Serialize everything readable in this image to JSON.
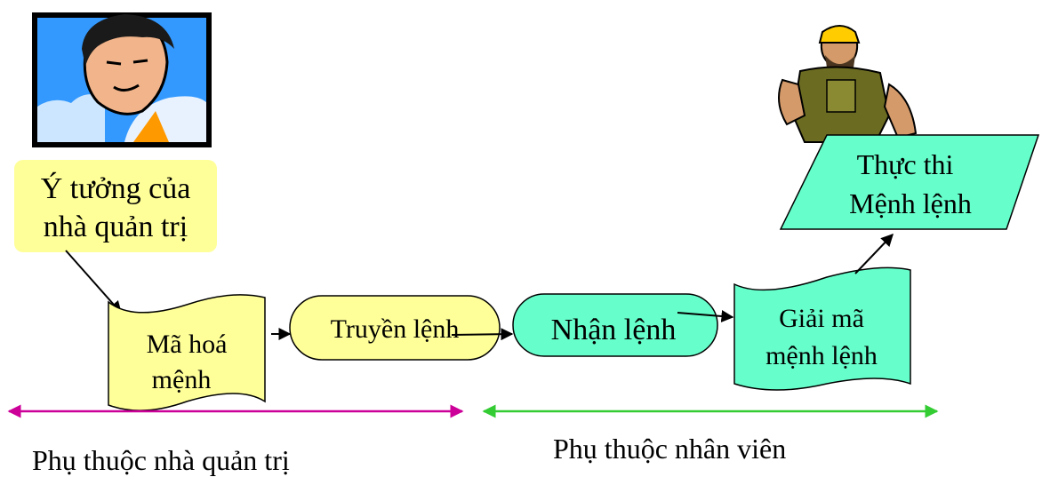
{
  "nodes": {
    "idea": {
      "line1": "Ý tưởng của",
      "line2": "nhà quản trị"
    },
    "encode": {
      "line1": "Mã hoá",
      "line2": "mệnh"
    },
    "transmit": {
      "label": "Truyền lệnh"
    },
    "receive": {
      "label": "Nhận lệnh"
    },
    "decode": {
      "line1": "Giải mã",
      "line2": "mệnh lệnh"
    },
    "execute": {
      "line1": "Thực thi",
      "line2": "Mệnh lệnh"
    }
  },
  "ranges": {
    "manager": {
      "label": "Phụ thuộc nhà quản trị"
    },
    "employee": {
      "label": "Phụ thuộc nhân viên"
    }
  },
  "figures": {
    "manager": {
      "icon": "manager-clipart"
    },
    "worker": {
      "icon": "worker-clipart"
    }
  },
  "colors": {
    "yellow": "#ffff99",
    "aqua": "#66ffcc",
    "magenta": "#cc0099",
    "green": "#33cc33"
  }
}
